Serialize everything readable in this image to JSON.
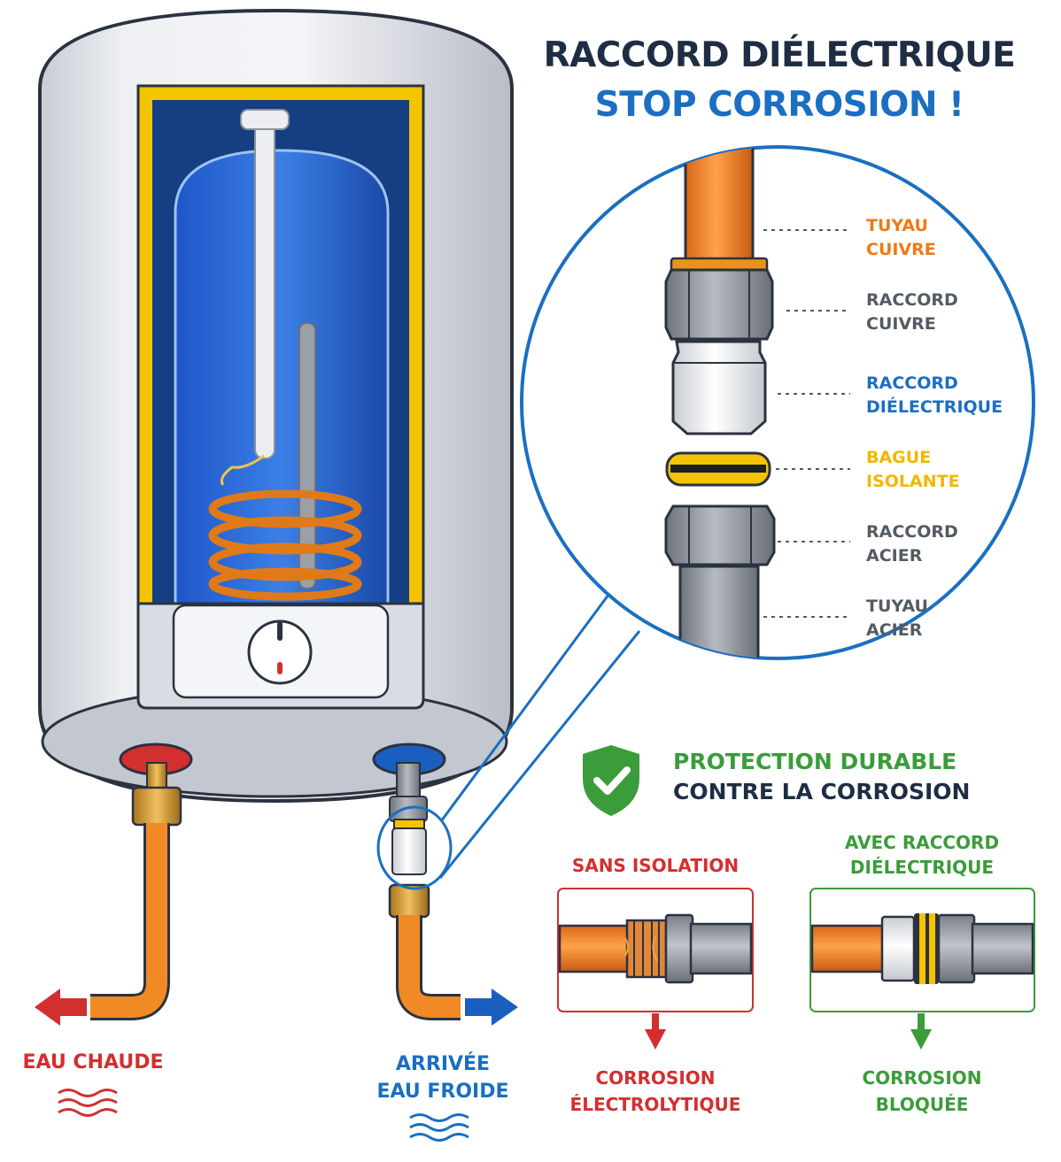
{
  "title": {
    "line1": "RACCORD DIÉLECTRIQUE",
    "line2": "STOP CORROSION !"
  },
  "exploded_view": {
    "labels": [
      {
        "line1": "TUYAU",
        "line2": "CUIVRE",
        "color": "#ee7a14"
      },
      {
        "line1": "RACCORD",
        "line2": "CUIVRE",
        "color": "#555b63"
      },
      {
        "line1": "RACCORD",
        "line2": "DIÉLECTRIQUE",
        "color": "#1a6fc2"
      },
      {
        "line1": "BAGUE",
        "line2": "ISOLANTE",
        "color": "#f0b800"
      },
      {
        "line1": "RACCORD",
        "line2": "ACIER",
        "color": "#555b63"
      },
      {
        "line1": "TUYAU",
        "line2": "ACIER",
        "color": "#555b63"
      }
    ]
  },
  "protection": {
    "line1": "PROTECTION DURABLE",
    "line2": "CONTRE LA CORROSION",
    "icon": "shield-check-icon",
    "color": "#3a9c3a"
  },
  "comparison": {
    "without": {
      "header": "SANS ISOLATION",
      "result_line1": "CORROSION",
      "result_line2": "ÉLECTROLYTIQUE",
      "color": "#d32f2f"
    },
    "with": {
      "header_line1": "AVEC RACCORD",
      "header_line2": "DIÉLECTRIQUE",
      "result_line1": "CORROSION",
      "result_line2": "BLOQUÉE",
      "color": "#3a9c3a"
    }
  },
  "heater": {
    "hot_label": "EAU CHAUDE",
    "cold_label_line1": "ARRIVÉE",
    "cold_label_line2": "EAU FROIDE",
    "hot_color": "#d32f2f",
    "cold_color": "#1a6fc2"
  }
}
